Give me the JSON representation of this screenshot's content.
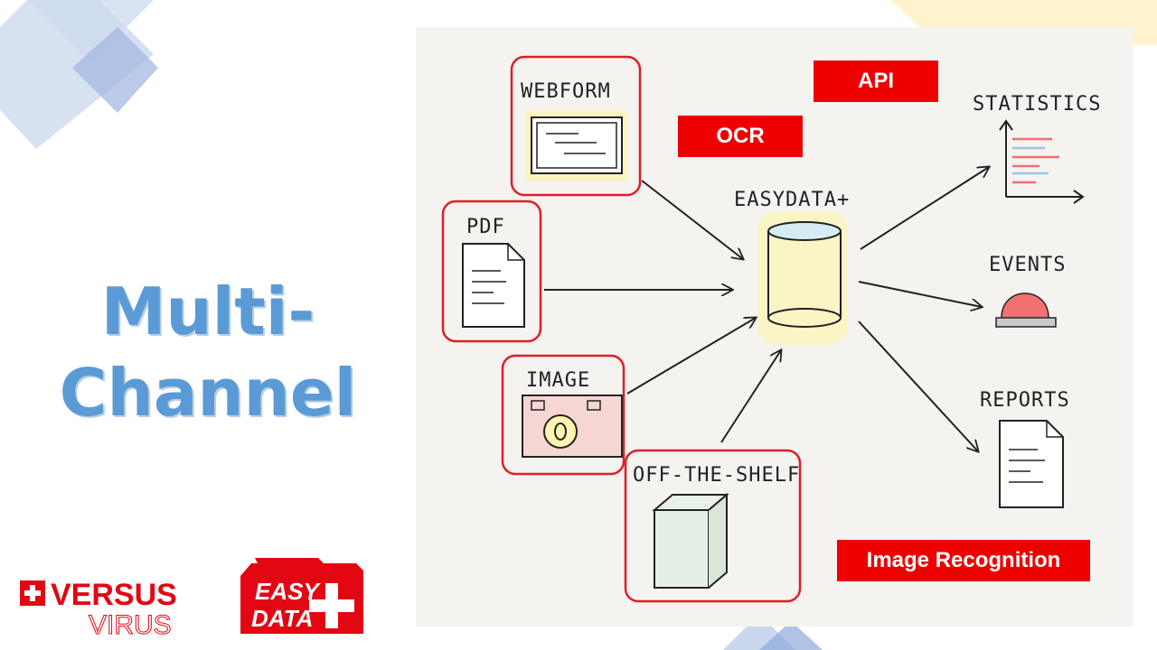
{
  "slide": {
    "title_lines": [
      "Multi-",
      "Channel"
    ]
  },
  "inputs": [
    {
      "label": "WEBFORM"
    },
    {
      "label": "PDF"
    },
    {
      "label": "IMAGE"
    },
    {
      "label": "OFF-THE-SHELF"
    }
  ],
  "hub": {
    "label": "EASYDATA+"
  },
  "outputs": [
    {
      "label": "STATISTICS"
    },
    {
      "label": "EVENTS"
    },
    {
      "label": "REPORTS"
    }
  ],
  "tags": {
    "api": "API",
    "ocr": "OCR",
    "image_recognition": "Image Recognition"
  },
  "logos": {
    "versus_top": "VERSUS",
    "versus_bottom": "VIRUS",
    "easy_line1": "EASY",
    "easy_line2": "DATA"
  },
  "colors": {
    "title": "#5b9bd5",
    "tag_bg": "#ee0000",
    "frame": "#dd1f26",
    "decor_blue": "#b4c7e7",
    "decor_yellow": "#fff2cc"
  }
}
